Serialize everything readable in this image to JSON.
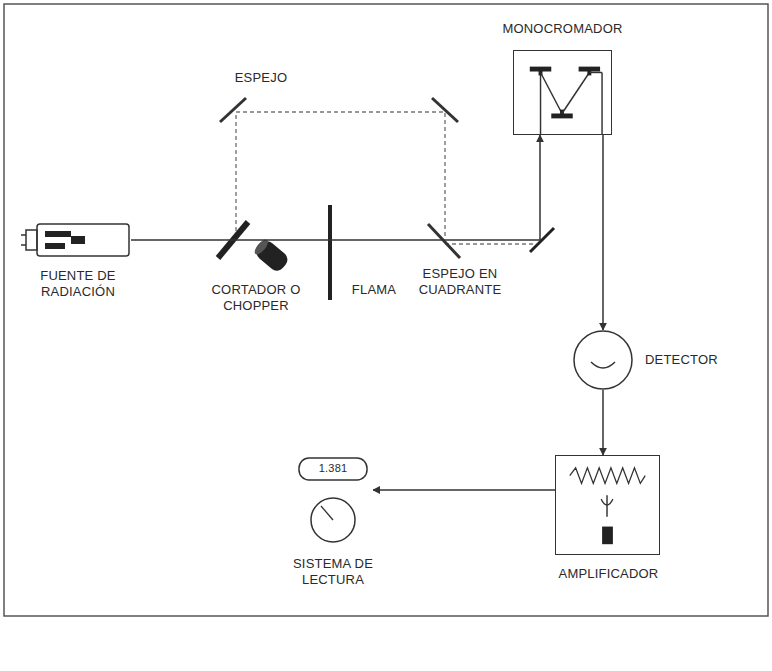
{
  "diagram": {
    "nodes": [
      {
        "text": [
          "MONOCROMADOR"
        ]
      },
      {
        "text": [
          "FUENTE DE RADIACIÓN"
        ]
      },
      {
        "text": [
          "DETECTOR"
        ]
      },
      {
        "text": [
          "AMPLIFICADOR"
        ]
      },
      {
        "text": [
          "SISTEMA DE LECTURA"
        ]
      }
    ],
    "edges": [
      {
        "from": 1,
        "to": 0,
        "arrow": "to"
      },
      {
        "from": 0,
        "to": 2,
        "arrow": "to"
      },
      {
        "from": 2,
        "to": 3,
        "arrow": "to"
      },
      {
        "from": 3,
        "to": 4,
        "arrow": "to"
      }
    ],
    "labels": [
      "ESPEJO",
      "CORTADOR O CHOPPER",
      "FLAMA",
      "ESPEJO EN CUADRANTE",
      "1.381"
    ]
  }
}
